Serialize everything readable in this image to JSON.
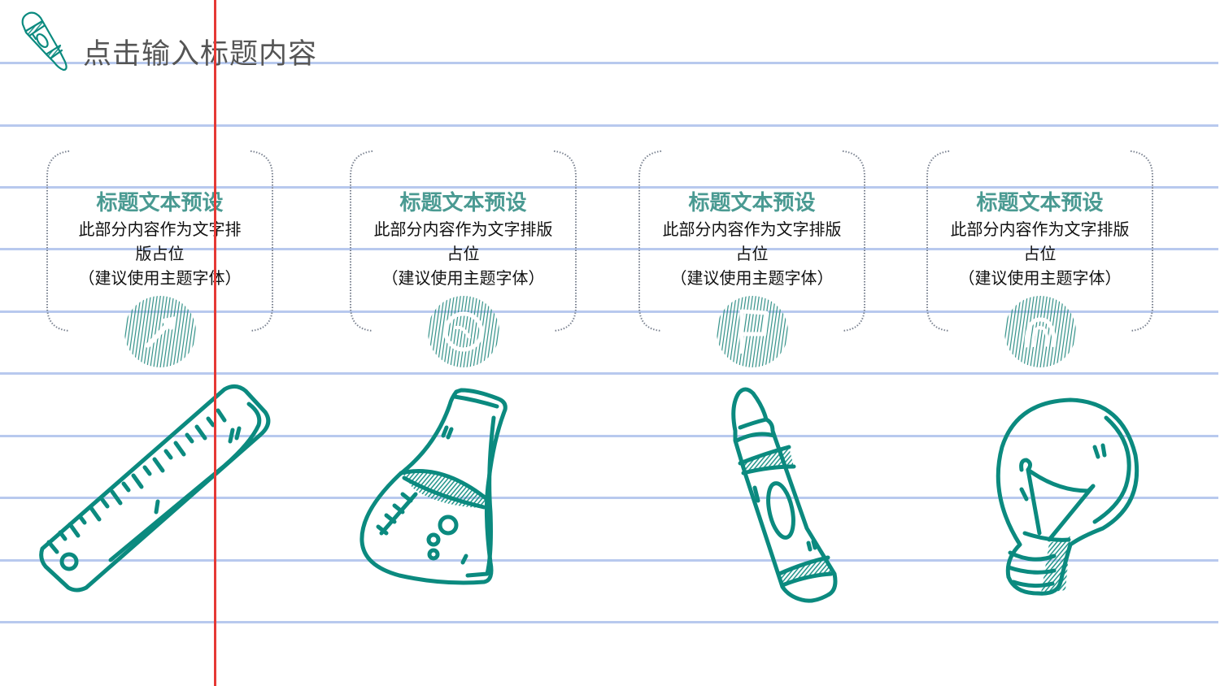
{
  "page": {
    "title": "点击输入标题内容",
    "header_icon": "crayon-icon"
  },
  "colors": {
    "accent_teal": "#0b8a7f",
    "title_teal": "#4a9a92",
    "rule_blue": "#b8c9ee",
    "margin_red": "#e53935",
    "bracket_gray": "#7a8290",
    "body_text": "#111111",
    "page_title_text": "#555555"
  },
  "cards": [
    {
      "title": "标题文本预设",
      "body_line1": "此部分内容作为文字排",
      "body_line2": "版占位",
      "body_line3": "（建议使用主题字体）",
      "badge_icon": "send-icon",
      "drawing": "ruler-icon"
    },
    {
      "title": "标题文本预设",
      "body_line1": "此部分内容作为文字排版",
      "body_line2": "占位",
      "body_line3": "（建议使用主题字体）",
      "badge_icon": "chat-icon",
      "drawing": "flask-icon"
    },
    {
      "title": "标题文本预设",
      "body_line1": "此部分内容作为文字排版",
      "body_line2": "占位",
      "body_line3": "（建议使用主题字体）",
      "badge_icon": "flag-icon",
      "drawing": "crayon-icon"
    },
    {
      "title": "标题文本预设",
      "body_line1": "此部分内容作为文字排版",
      "body_line2": "占位",
      "body_line3": "（建议使用主题字体）",
      "badge_icon": "wifi-icon",
      "drawing": "lightbulb-icon"
    }
  ]
}
